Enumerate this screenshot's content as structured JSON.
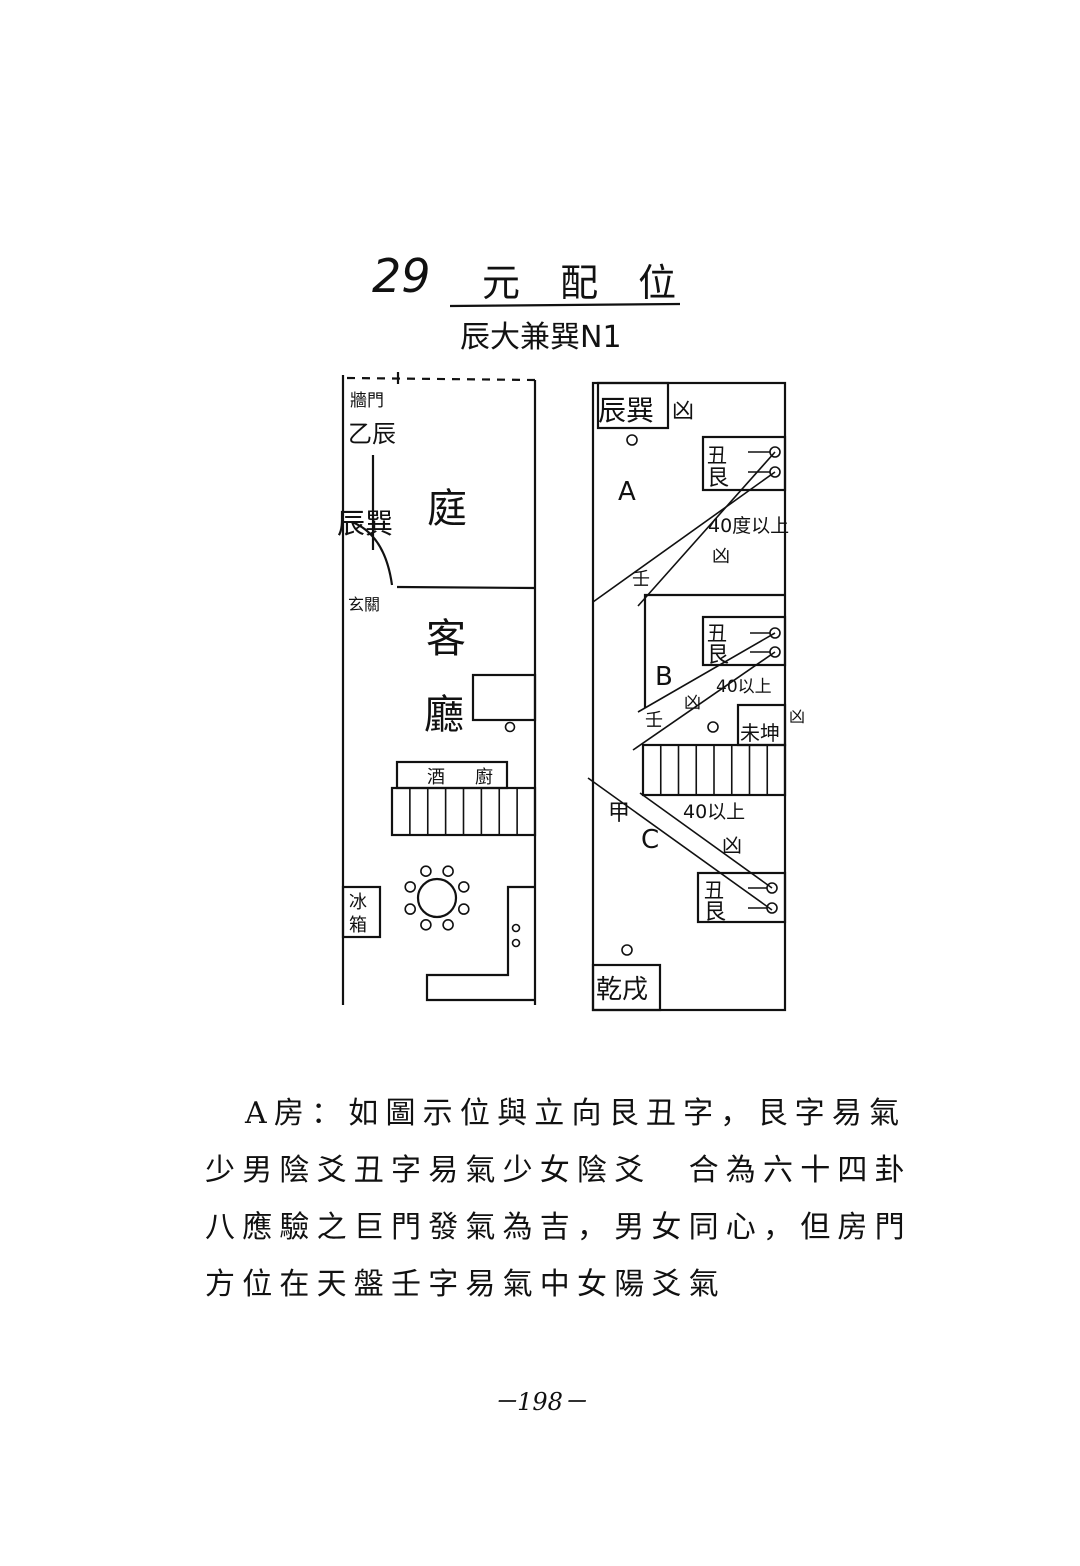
{
  "title": {
    "number": "29",
    "text": "元 配 位",
    "subtitle": "辰大兼巽N1"
  },
  "left_plan": {
    "wall_gate": "牆門",
    "gate_direction": "乙辰",
    "entry_direction": "辰巽",
    "courtyard": "庭",
    "foyer": "玄關",
    "living_room_1": "客",
    "living_room_2": "廳",
    "wine_cabinet_1": "酒",
    "wine_cabinet_2": "廚",
    "fridge_1": "冰",
    "fridge_2": "箱"
  },
  "right_plan": {
    "top_corner": "辰巽",
    "top_corner_verdict": "凶",
    "room_a": "A",
    "room_b": "B",
    "room_c": "C",
    "door_a_top": "丑",
    "door_a_bottom": "艮",
    "angle_a": "40度以上",
    "verdict_a": "凶",
    "ren_a": "壬",
    "door_b_top": "丑",
    "door_b_bottom": "艮",
    "angle_b": "40以上",
    "verdict_b": "凶",
    "ren_b": "壬",
    "weikun": "未坤",
    "weikun_verdict": "凶",
    "jia_c": "甲",
    "angle_c": "40以上",
    "verdict_c": "凶",
    "door_c_top": "丑",
    "door_c_bottom": "艮",
    "bottom_corner": "乾戌"
  },
  "body": {
    "lines": [
      "A房：如圖示位與立向艮丑字，艮字易氣",
      "少男陰爻丑字易氣少女陰爻　合為六十四卦",
      "八應驗之巨門發氣為吉，男女同心，但房門",
      "方位在天盤壬字易氣中女陽爻氣"
    ]
  },
  "page_number": "－198－"
}
